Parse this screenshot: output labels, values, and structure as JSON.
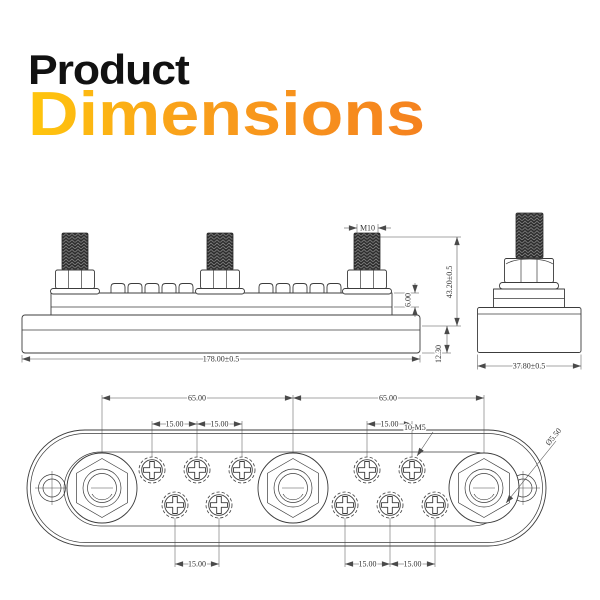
{
  "title": {
    "line1": "Product",
    "line2": "Dimensions"
  },
  "colors": {
    "title_text": "#111111",
    "accent_gradient_start": "#FFC60D",
    "accent_gradient_mid": "#F9A01B",
    "accent_gradient_end": "#F5821F",
    "drawing_line": "#3c3c3c",
    "dimension_line": "#4a4a4a"
  },
  "views": {
    "side": {
      "dims": {
        "stud_thread": "M10",
        "overall_height": "43.20±0.5",
        "bar_thickness": "6.00",
        "base_height": "12.30",
        "overall_length": "178.00±0.5"
      }
    },
    "end": {
      "dims": {
        "overall_width": "37.80±0.5"
      }
    },
    "top": {
      "dims": {
        "terminal_pitch_left": "65.00",
        "terminal_pitch_right": "65.00",
        "screw_pitch": "15.00",
        "screw_thread_callout": "10-M5",
        "mounting_hole_diameter": "Ø5.50"
      }
    }
  }
}
